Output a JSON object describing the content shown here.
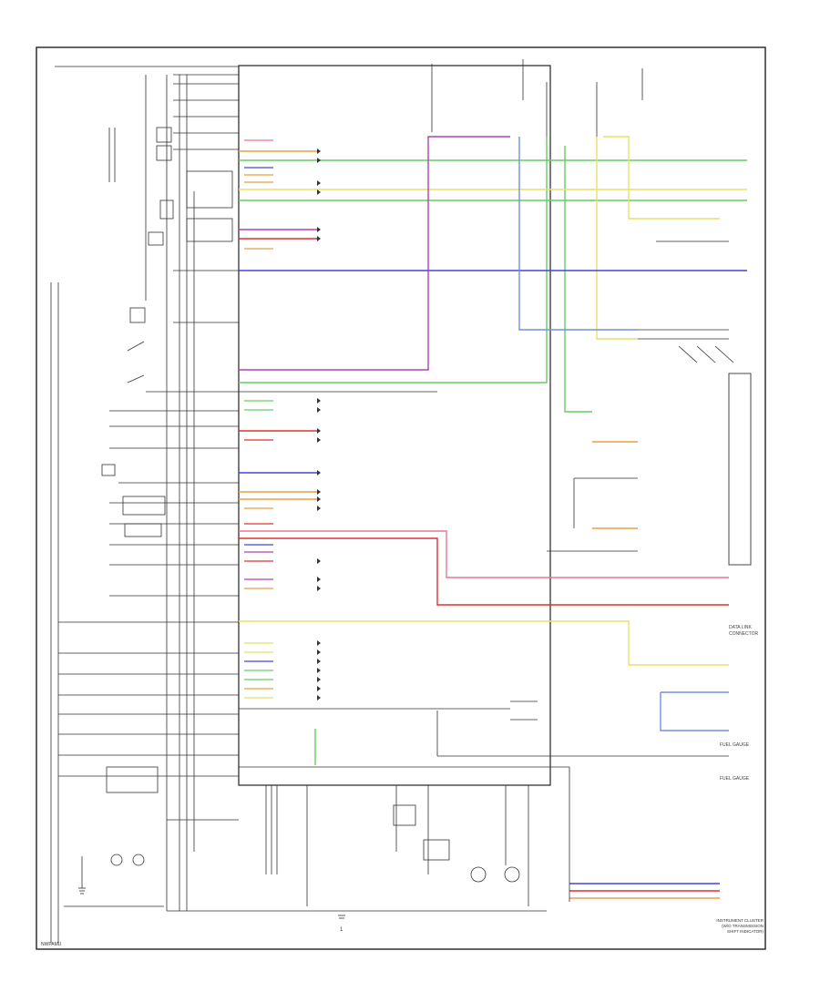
{
  "colors": {
    "border": "#222222",
    "wire": "#333333",
    "green": "#66cc66",
    "yellow": "#e8e066",
    "blue": "#4444dd",
    "violet": "#b040b0",
    "red": "#dd3333",
    "pink": "#e87890",
    "orange": "#e8a040",
    "lightblue": "#7090e0",
    "label": "#444444"
  },
  "page_number": "1",
  "sheet_id": "NWPAMU",
  "footer_lines": [
    "INSTRUMENT CLUSTER",
    "(W/O TRANSMISSION",
    "SHIFT INDICATOR)"
  ],
  "right_labels": [
    "DATA LINK",
    "CONNECTOR",
    "FUEL GAUGE",
    "FUEL GAUGE"
  ],
  "icons": {
    "ground": "ground-symbol-icon",
    "lamp": "lamp-icon",
    "connector": "connector-arrow-icon"
  }
}
